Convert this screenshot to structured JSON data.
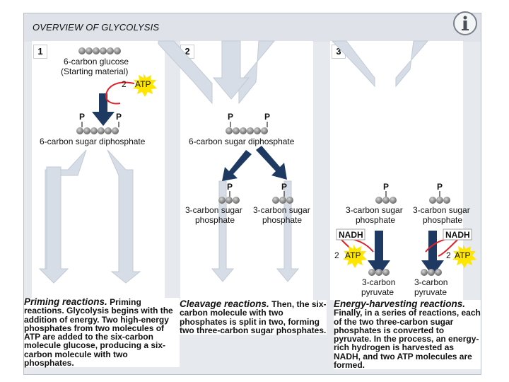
{
  "title": "OVERVIEW OF GLYCOLYSIS",
  "info_icon": "info-icon",
  "steps": [
    "1",
    "2",
    "3"
  ],
  "labels": {
    "glucose": "6-carbon glucose",
    "starting": "(Starting material)",
    "atp_count_in": "2",
    "atp": "ATP",
    "diphosphate": "6-carbon sugar diphosphate",
    "three_carbon": "3-carbon sugar",
    "phosphate": "phosphate",
    "p": "P",
    "nadh": "NADH",
    "atp_count_out": "2",
    "pyruvate_line1": "3-carbon",
    "pyruvate_line2": "pyruvate"
  },
  "descriptions": {
    "priming": {
      "heading": "Priming reactions.",
      "text": " Priming reactions. Glycolysis begins with the addition of energy. Two high-energy phosphates from two molecules of ATP are added to the six-carbon molecule glucose, producing a six-carbon molecule with two phosphates."
    },
    "cleavage": {
      "heading": "Cleavage reactions.",
      "text": " Then, the six-carbon molecule with two phosphates is split in two, forming two three-carbon sugar phosphates."
    },
    "energy": {
      "heading": "Energy-harvesting reactions.",
      "text": " Finally, in a series of reactions, each of the two three-carbon sugar phosphates is converted to pyruvate. In the process, an energy-rich hydrogen is harvested as NADH, and two ATP molecules are formed."
    }
  },
  "colors": {
    "panel": "#e6e9ee",
    "arrow_light": "#d7dde6",
    "arrow_dark": "#1e3a63",
    "burst": "#ffe600",
    "red_curve": "#e0222a",
    "bead": "#8c8c8c"
  }
}
